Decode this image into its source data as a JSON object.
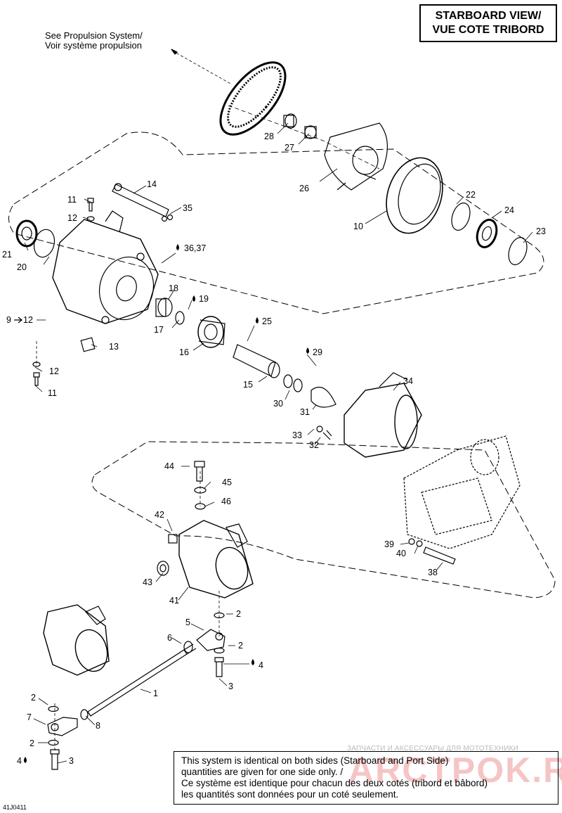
{
  "title": {
    "line1": "STARBOARD VIEW/",
    "line2": "VUE COTE TRIBORD"
  },
  "top_note": {
    "line1": "See Propulsion System/",
    "line2": "Voir système propulsion"
  },
  "footnote": {
    "line1": "This system is identical on both sides (Starboard and Port Side)",
    "line2": "quantities are given for one side only. /",
    "line3": "Ce système est identique pour chacun des deux cotés (tribord et bâbord)",
    "line4": "les quantités sont données pour un coté seulement."
  },
  "reference_code": "41J0411",
  "watermark": {
    "tagline": "ЗАПЧАСТИ И АКСЕССУАРЫ ДЛЯ МОТОТЕХНИКИ",
    "brand": "ARCTPOK.RU"
  },
  "callouts": {
    "c28": "28",
    "c27": "27",
    "c26": "26",
    "c10": "10",
    "c22": "22",
    "c24": "24",
    "c23": "23",
    "c14": "14",
    "c11a": "11",
    "c12a": "12",
    "c35": "35",
    "c21": "21",
    "c20": "20",
    "c3637": "36,37",
    "c18": "18",
    "c19": "19",
    "c9": "9",
    "c12b": "12",
    "c17": "17",
    "c25": "25",
    "c16": "16",
    "c13": "13",
    "c29": "29",
    "c12c": "12",
    "c11b": "11",
    "c15": "15",
    "c34": "34",
    "c30": "30",
    "c31": "31",
    "c33": "33",
    "c32": "32",
    "c44": "44",
    "c45": "45",
    "c46": "46",
    "c42": "42",
    "c39": "39",
    "c40": "40",
    "c38": "38",
    "c43": "43",
    "c41": "41",
    "c2a": "2",
    "c5": "5",
    "c6": "6",
    "c2b": "2",
    "c4a": "4",
    "c3a": "3",
    "c1": "1",
    "c2c": "2",
    "c7": "7",
    "c8": "8",
    "c2d": "2",
    "c4b": "4",
    "c3b": "3"
  }
}
